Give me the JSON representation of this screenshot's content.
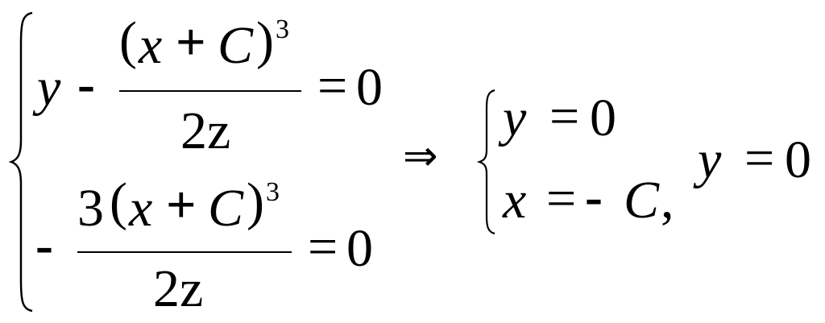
{
  "system_left": {
    "row1": {
      "y": "y",
      "minus": "-",
      "num_open": "(",
      "num_x": "x",
      "num_plus": "+",
      "num_C": "C",
      "num_close": ")",
      "num_exp": "3",
      "den": "2z",
      "eq": "=",
      "rhs": "0"
    },
    "row2": {
      "minus": "-",
      "num_coef": "3",
      "num_open": "(",
      "num_x": "x",
      "num_plus": "+",
      "num_C": "C",
      "num_close": ")",
      "num_exp": "3",
      "den": "2z",
      "eq": "=",
      "rhs": "0"
    }
  },
  "implies": "⇒",
  "system_right": {
    "row1": {
      "var": "y",
      "eq": "=",
      "rhs": "0"
    },
    "row2": {
      "var": "x",
      "eq": "=",
      "minus": "-",
      "const": "C",
      "comma": ","
    }
  },
  "tail": {
    "var": "y",
    "eq": "=",
    "rhs": "0"
  }
}
